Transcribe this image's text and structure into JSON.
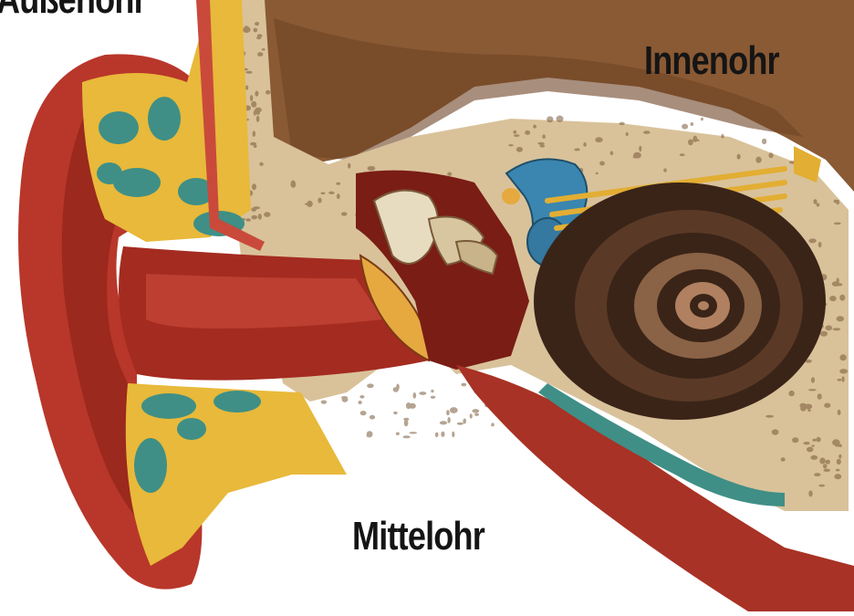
{
  "labels": {
    "outer_ear": "Außenohr",
    "inner_ear": "Innenohr",
    "middle_ear": "Mittelohr"
  },
  "colors": {
    "background": "#ffffff",
    "label_text": "#151515",
    "tissue_red": "#b8372a",
    "tissue_dark_red": "#7a1d15",
    "bone": "#d9c29a",
    "bone_dots": "#7a5a3a",
    "cartilage_yellow": "#e8b93a",
    "cartilage_teal": "#3f8f86",
    "skull_brown": "#8a5a34",
    "cochlea_dark": "#3a2418",
    "cochlea_light": "#b08060",
    "vestibular_blue": "#3a86b0",
    "nerve_gold": "#e2ae33"
  }
}
